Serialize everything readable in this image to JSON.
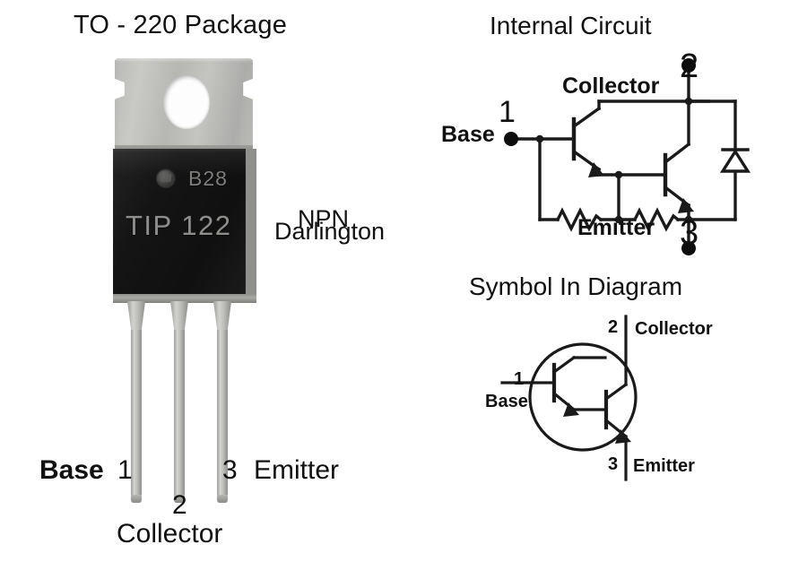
{
  "titles": {
    "package": "TO - 220 Package",
    "internal": "Internal Circuit",
    "symbol": "Symbol In Diagram"
  },
  "device": {
    "type_line1": "NPN",
    "type_line2": "Darlington",
    "part_marking": "TIP 122",
    "lot_marking": "B28",
    "logo_icon": "manufacturer-logo-icon"
  },
  "package_pinout": {
    "pin1_name": "Base",
    "pin1_number": "1",
    "pin2_number": "2",
    "pin2_name": "Collector",
    "pin3_number": "3",
    "pin3_name": "Emitter"
  },
  "internal_circuit": {
    "base_label": "Base",
    "base_number": "1",
    "collector_label": "Collector",
    "collector_number": "2",
    "emitter_label": "Emitter",
    "emitter_number": "3",
    "elements": [
      "npn-transistor-q1",
      "npn-transistor-q2",
      "resistor-r1",
      "resistor-r2",
      "protection-diode"
    ]
  },
  "symbol_diagram": {
    "base_label": "Base",
    "base_number": "1",
    "collector_label": "Collector",
    "collector_number": "2",
    "emitter_label": "Emitter",
    "emitter_number": "3"
  },
  "colors": {
    "background": "#ffffff",
    "ink": "#111111",
    "body_black": "#141414",
    "metal": "#bdbdba",
    "marking_grey": "#8e8e8c"
  }
}
